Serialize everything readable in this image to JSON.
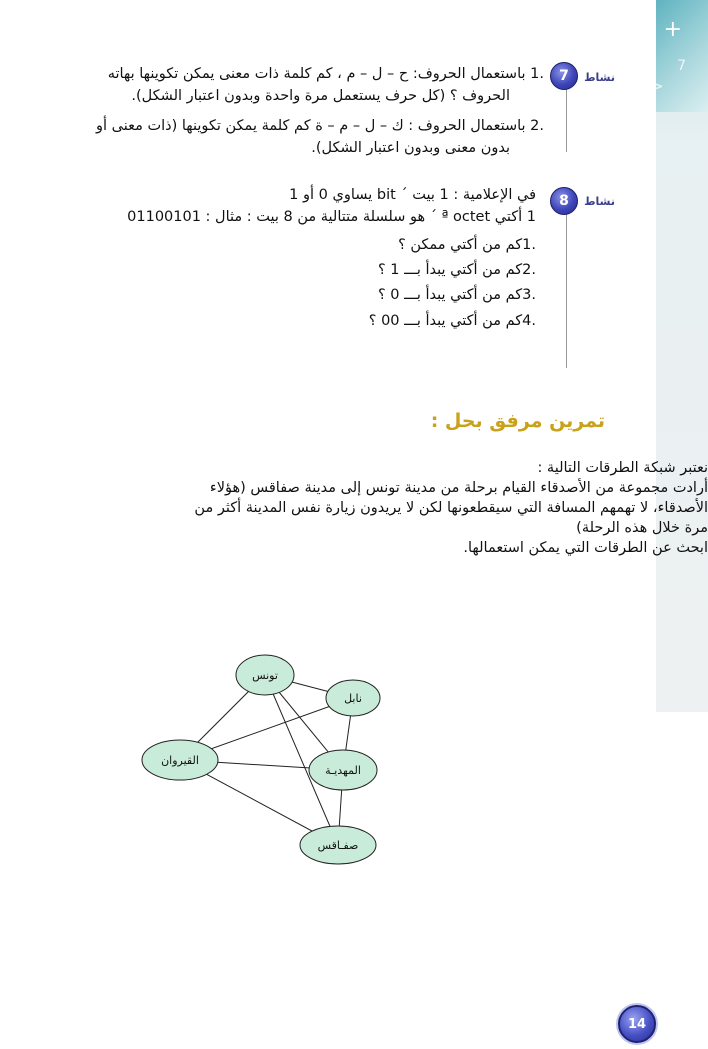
{
  "activity7": {
    "label": "نشاط",
    "number": "7",
    "lines": [
      ".1 باستعمال الحروف: ح – ل – م ، كم كلمة ذات معنى يمكن تكوينها بهاته",
      "الحروف ؟ (كل حرف يستعمل مرة واحدة وبدون اعتبار الشكل).",
      ".2 باستعمال الحروف : ك – ل – م – ة كم كلمة يمكن تكوينها (ذات معنى أو",
      "بدون معنى وبدون اعتبار الشكل)."
    ]
  },
  "activity8": {
    "label": "نشاط",
    "number": "8",
    "lines": [
      "في الإعلامية : 1 بيت ´ bit يساوي 0 أو 1",
      "1 أكتي ª octet ´ هو سلسلة متتالية من 8 بيت : مثال : 01100101",
      ".1كم من أكتي ممكن ؟",
      ".2كم من أكتي يبدأ بـــ 1 ؟",
      ".3كم من أكتي يبدأ بـــ 0 ؟",
      ".4كم من أكتي يبدأ بـــ 00 ؟"
    ]
  },
  "exercise": {
    "heading": "تمرين مرفق بحل :",
    "lines": [
      "نعتبر شبكة الطرقات التالية :",
      "أرادت مجموعة من الأصدقاء القيام برحلة من مدينة تونس إلى مدينة صفاقس (هؤلاء",
      "الأصدقاء، لا تهمهم المسافة التي سيقطعونها لكن لا يريدون زيارة نفس المدينة أكثر من",
      "مرة خلال هذه الرحلة)",
      "ابحث عن الطرقات التي يمكن استعمالها."
    ]
  },
  "graph": {
    "nodes": [
      {
        "id": "tunis",
        "label": "تونس"
      },
      {
        "id": "nabeul",
        "label": "نابل"
      },
      {
        "id": "kairouan",
        "label": "القيروان"
      },
      {
        "id": "mahdia",
        "label": "المهديـة"
      },
      {
        "id": "sfax",
        "label": "صفـاقس"
      }
    ],
    "edges": [
      [
        "tunis",
        "nabeul"
      ],
      [
        "tunis",
        "kairouan"
      ],
      [
        "tunis",
        "mahdia"
      ],
      [
        "tunis",
        "sfax"
      ],
      [
        "nabeul",
        "kairouan"
      ],
      [
        "nabeul",
        "mahdia"
      ],
      [
        "kairouan",
        "mahdia"
      ],
      [
        "kairouan",
        "sfax"
      ],
      [
        "mahdia",
        "sfax"
      ]
    ]
  },
  "page_number": "14"
}
